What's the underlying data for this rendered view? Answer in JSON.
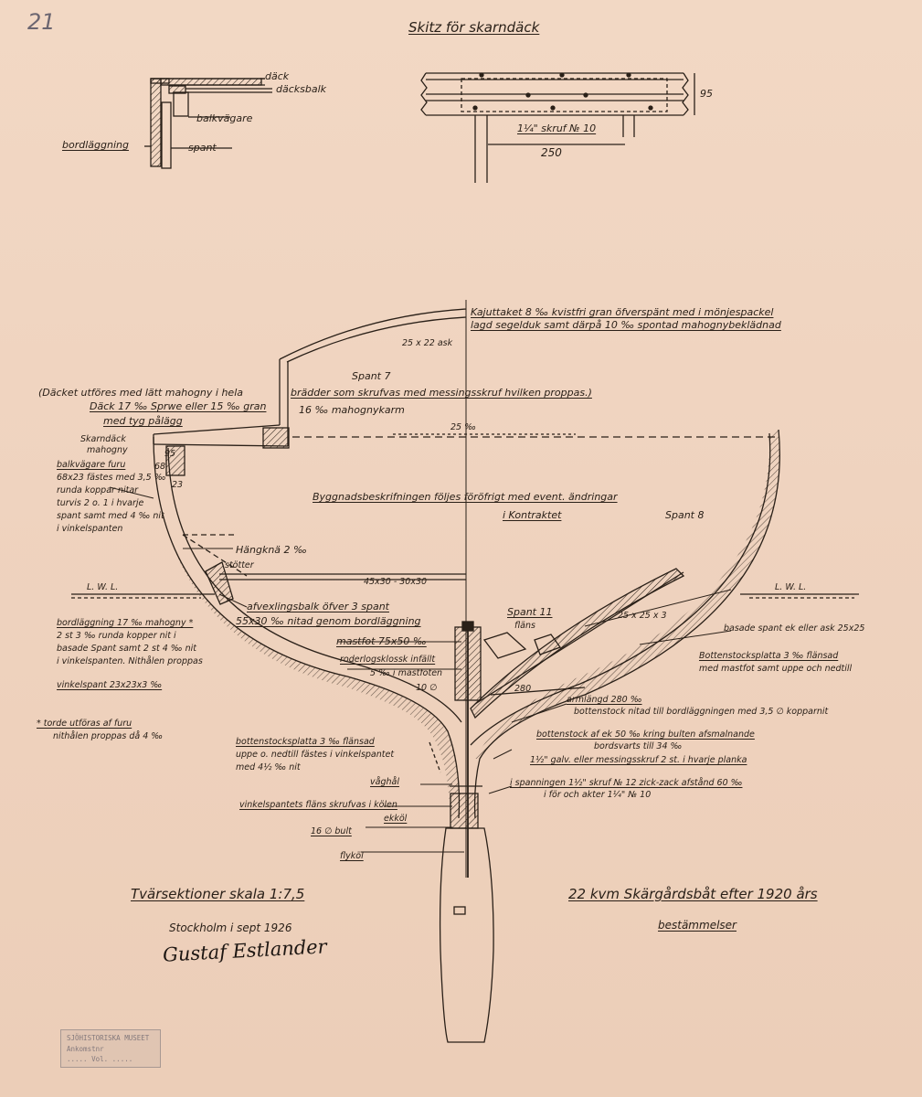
{
  "sheet_number": "21",
  "sketch_title": "Skitz för skarndäck",
  "detail_left": {
    "deck": "däck",
    "deck_beam": "däcksbalk",
    "beam_shelf": "balkvägare",
    "planking": "bordläggning",
    "frame": "spant"
  },
  "detail_right": {
    "height": "95",
    "screw": "1¼\" skruf № 10",
    "spacing": "250"
  },
  "notes": {
    "cabin_roof_1": "Kajuttaket 8 ‰ kvistfri gran öfverspänt med i mönjespackel",
    "cabin_roof_2": "lagd segelduk samt därpå 10 ‰ spontad mahognybeklädnad",
    "ash_beam": "25 x 22 ask",
    "frame7": "Spant 7",
    "deck_note_1": "(Däcket utföres med lätt mahogny i hela",
    "deck_note_2": "brädder som skrufvas med messingsskruf hvilken proppas.)",
    "deck_note_3": "Däck 17 ‰ Sprwe eller 15 ‰ gran",
    "deck_note_4": "med tyg pålägg",
    "coaming": "16 ‰ mahognykarm",
    "deck_dim": "25 ‰",
    "skarn_1": "Skarndäck",
    "skarn_2": "mahogny",
    "shelf_1": "balkvägare furu",
    "shelf_2": "68x23 fästes med 3,5 ‰",
    "shelf_3": "runda koppar nitar",
    "shelf_4": "turvis 2 o. 1 i hvarje",
    "shelf_5": "spant samt med 4 ‰ nit",
    "shelf_6": "i vinkelspanten",
    "dim_95": "95",
    "dim_68": "68",
    "dim_23": "23",
    "spec_1": "Byggnadsbeskrifningen följes föröfrigt med event. ändringar",
    "spec_2": "i Kontraktet",
    "frame8": "Spant 8",
    "knee": "Hängknä 2 ‰",
    "strut": "stötter",
    "strut_dim": "45x30 - 30x30",
    "lwl_left": "L. W. L.",
    "lwl_right": "L. W. L.",
    "trans_beam_1": "afvexlingsbalk öfver 3 spant",
    "trans_beam_2": "55x30 ‰ nitad genom bordläggning",
    "frame11": "Spant 11",
    "flange": "fläns",
    "frame_dim": "25 x 25 x 3",
    "planking_1": "bordläggning 17 ‰ mahogny *",
    "planking_2": "2 st 3 ‰ runda kopper nit i",
    "planking_3": "basade Spant samt 2 st 4 ‰ nit",
    "planking_4": "i vinkelspanten. Nithålen proppas",
    "mast_step": "mastfot 75x50 ‰",
    "rudder_1": "roderlogsklossk infällt",
    "rudder_2": "5 ‰ i mastfoten",
    "r10": "10 ∅",
    "angle_frame": "vinkelspant 23x23x3 ‰",
    "d280": "280",
    "bent_frame": "basade spant ek eller ask 25x25",
    "floor_plate_r1": "Bottenstocksplatta 3 ‰ flänsad",
    "floor_plate_r2": "med mastfot samt uppe och nedtill",
    "arm": "armlängd 280 ‰",
    "floor_riv": "bottenstock nitad till bordläggningen med 3,5 ∅ kopparnit",
    "pine_1": "* torde utföras af furu",
    "pine_2": "nithålen proppas då 4 ‰",
    "floor_plate_l1": "bottenstocksplatta 3 ‰ flänsad",
    "floor_plate_l2": "uppe o. nedtill fästes i vinkelspantet",
    "floor_plate_l3": "med 4½ ‰ nit",
    "oak_floor_1": "bottenstock af ek 50 ‰ kring bulten afsmalnande",
    "oak_floor_2": "bordsvarts till 34 ‰",
    "galv_screw": "1½\" galv. eller messingsskruf 2 st. i hvarje planka",
    "vaghal": "våghål",
    "screw_1": "i spanningen 1½\" skruf № 12 zick-zack afstånd 60 ‰",
    "screw_2": "i för och akter 1¼\" № 10",
    "flange_bolt": "vinkelspantets fläns skrufvas i kölen",
    "ekkol": "ekköl",
    "bolt": "16 ∅ bult",
    "fin_keel": "flyköl"
  },
  "footer": {
    "scale": "Tvärsektioner skala 1:7,5",
    "place_date": "Stockholm i sept 1926",
    "signature": "Gustaf Estlander",
    "boat_title": "22 kvm Skärgårdsbåt efter 1920 års",
    "rules": "bestämmelser"
  },
  "stamp": {
    "line1": "SJÖHISTORISKA MUSEET",
    "line2": "Ankomstnr",
    "line3": "..... Vol.  ....."
  }
}
